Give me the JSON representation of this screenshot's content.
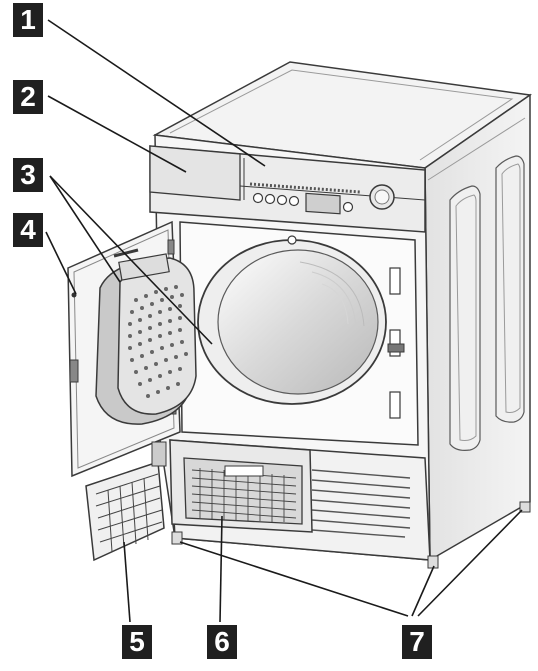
{
  "labels": [
    {
      "id": "callout-1",
      "text": "1"
    },
    {
      "id": "callout-2",
      "text": "2"
    },
    {
      "id": "callout-3",
      "text": "3"
    },
    {
      "id": "callout-4",
      "text": "4"
    },
    {
      "id": "callout-5",
      "text": "5"
    },
    {
      "id": "callout-6",
      "text": "6"
    },
    {
      "id": "callout-7",
      "text": "7"
    }
  ],
  "colors": {
    "badge_bg": "#202020",
    "badge_fg": "#ffffff",
    "outline": "#3a3a3a",
    "panel_light": "#f7f7f7",
    "panel_mid": "#e6e6e6",
    "panel_dark": "#cfcfcf",
    "drum_glass": "#d8d8d8"
  }
}
